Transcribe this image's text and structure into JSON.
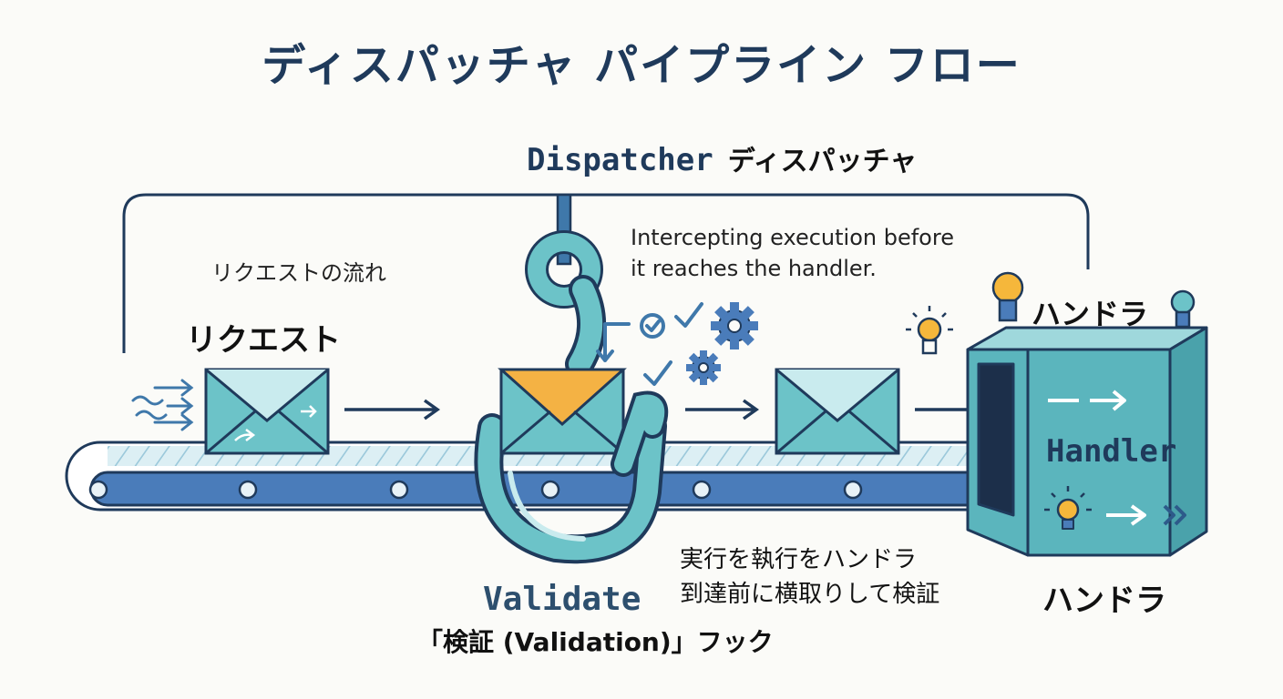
{
  "title": "ディスパッチャ パイプライン フロー",
  "dispatcher": {
    "label_en": "Dispatcher",
    "label_ja": "ディスパッチャ"
  },
  "request_flow_label": "リクエストの流れ",
  "request_label": "リクエスト",
  "intercept_note": {
    "line1": "Intercepting execution before",
    "line2": "it reaches the handler."
  },
  "handler": {
    "label_top": "ハンドラ",
    "box_label": "Handler",
    "label_bottom": "ハンドラ"
  },
  "validate": {
    "label": "Validate",
    "hook_label": "「検証 (Validation)」フック"
  },
  "ja_note": {
    "line1": "実行を執行をハンドラ",
    "line2": "到達前に横取りして検証"
  },
  "colors": {
    "navy": "#1f3a5b",
    "teal": "#5bb5bd",
    "teal_light": "#c9ebee",
    "belt_blue": "#4a7cba",
    "envelope_orange": "#f4b244",
    "bulb_yellow": "#f5b73b"
  },
  "icons": [
    "envelope-icon",
    "hook-icon",
    "gear-icon",
    "checkmark-icon",
    "lightbulb-icon",
    "arrow-icon"
  ]
}
